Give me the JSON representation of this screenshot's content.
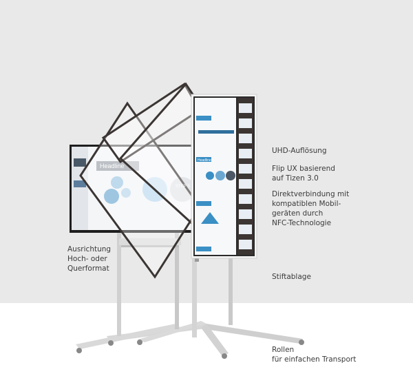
{
  "annotations": {
    "uhd": [
      "UHD-Auflösung"
    ],
    "flip_ux": [
      "Flip UX basierend",
      "auf Tizen 3.0"
    ],
    "nfc": [
      "Direktverbindung mit",
      "kompatiblen Mobil-",
      "geräten durch",
      "NFC-Technologie"
    ],
    "orientation": [
      "Ausrichtung",
      "Hoch- oder",
      "Querformat"
    ],
    "pen_tray": [
      "Stiftablage"
    ],
    "wheels": [
      "Rollen",
      "für einfachen Transport"
    ]
  },
  "screen_content": {
    "landscape_headline": "Headline",
    "portrait_headline": "Headline",
    "step_label": "STEP 3"
  },
  "colors": {
    "background": "#e9e9e9",
    "floor": "#ffffff",
    "accent": "#3a8fc4",
    "frame": "#3b3533"
  }
}
